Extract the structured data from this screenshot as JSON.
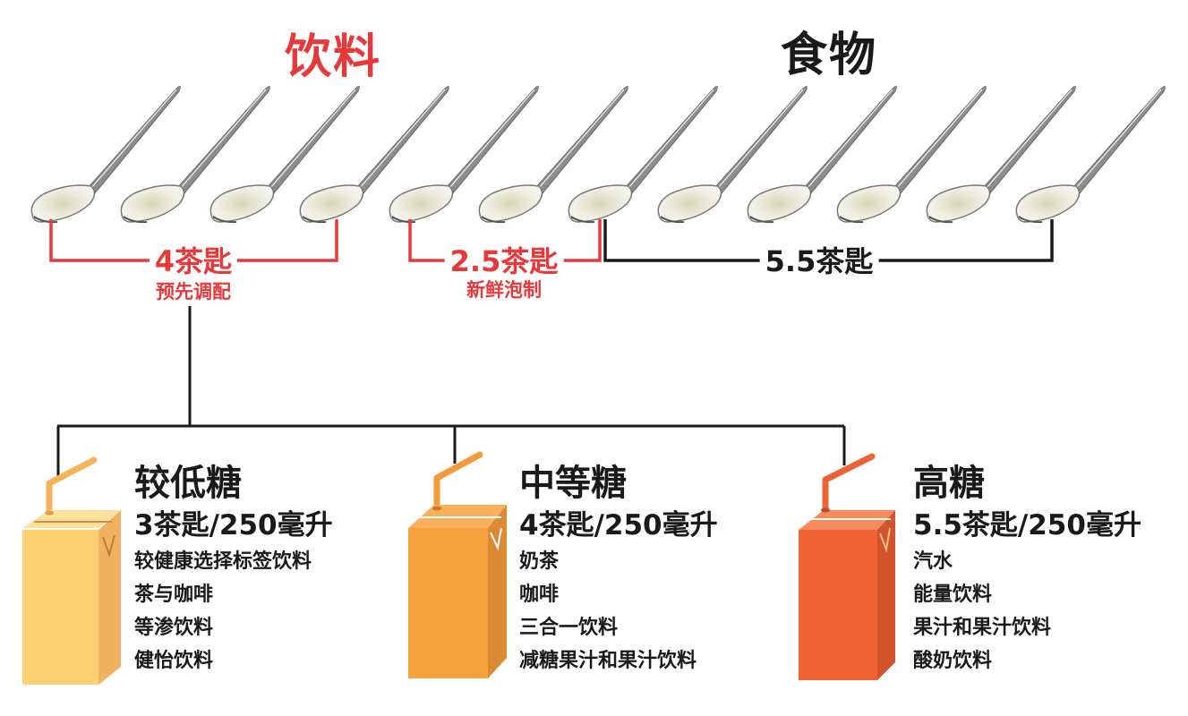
{
  "headers": {
    "drinks": "饮料",
    "food": "食物"
  },
  "colors": {
    "drinks_red": "#e8393a",
    "line_black": "#1a1a1a",
    "low_box": "#fdd071",
    "low_box_side": "#f0b25e",
    "low_straw": "#f5b45a",
    "mid_box": "#f5a13d",
    "mid_box_side": "#dc8a32",
    "mid_straw": "#f29a3c",
    "high_box": "#ef6334",
    "high_box_side": "#d3532a",
    "high_straw": "#ea6438"
  },
  "spoons": {
    "count": 12,
    "icon": "sugar-teaspoon-icon"
  },
  "brackets": [
    {
      "amount": "4茶匙",
      "note": "预先调配",
      "color": "red"
    },
    {
      "amount": "2.5茶匙",
      "note": "新鲜泡制",
      "color": "red"
    },
    {
      "amount": "5.5茶匙",
      "note": "",
      "color": "black"
    }
  ],
  "groups": [
    {
      "title": "较低糖",
      "ratio": "3茶匙/250毫升",
      "items": [
        "较健康选择标签饮料",
        "茶与咖啡",
        "等渗饮料",
        "健怡饮料"
      ],
      "icon": "drink-carton-icon"
    },
    {
      "title": "中等糖",
      "ratio": "4茶匙/250毫升",
      "items": [
        "奶茶",
        "咖啡",
        "三合一饮料",
        "减糖果汁和果汁饮料"
      ],
      "icon": "drink-carton-icon"
    },
    {
      "title": "高糖",
      "ratio": "5.5茶匙/250毫升",
      "items": [
        "汽水",
        "能量饮料",
        "果汁和果汁饮料",
        "酸奶饮料"
      ],
      "icon": "drink-carton-icon"
    }
  ]
}
